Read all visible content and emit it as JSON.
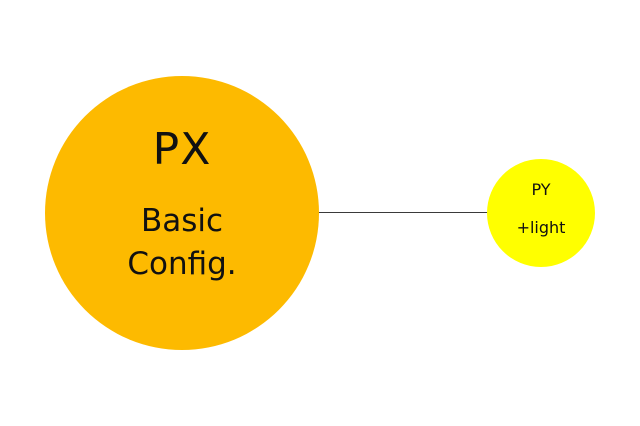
{
  "nodes": {
    "main": {
      "title": "PX",
      "subtitle_line1": "Basic",
      "subtitle_line2": "Config.",
      "color": "#FDBA00"
    },
    "secondary": {
      "title": "PY",
      "subtitle": "+light",
      "color": "#FFFF00"
    }
  },
  "edge": {
    "color": "#3a3a3a"
  }
}
